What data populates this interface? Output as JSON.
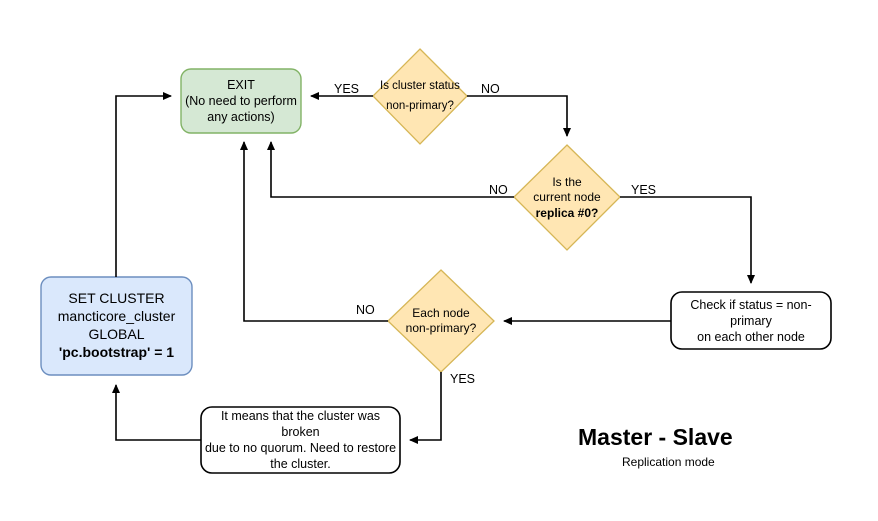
{
  "diagram": {
    "title": "Master - Slave",
    "subtitle": "Replication mode",
    "colors": {
      "decision_fill": "#ffe6b3",
      "decision_stroke": "#d6b656",
      "exit_fill": "#d5e8d4",
      "exit_stroke": "#82b366",
      "command_fill": "#dae8fc",
      "command_stroke": "#6c8ebf",
      "process_fill": "#ffffff",
      "process_stroke": "#000000",
      "edge_stroke": "#000000"
    },
    "nodes": {
      "exit": {
        "type": "terminator",
        "lines": [
          "EXIT",
          "(No need to perform",
          "any actions)"
        ]
      },
      "decision_cluster_status": {
        "type": "decision",
        "lines": [
          "Is cluster status",
          "non-primary?"
        ]
      },
      "decision_replica_zero": {
        "type": "decision",
        "lines": [
          "Is the",
          "current node",
          "replica #0?"
        ],
        "bold_line_index": 2
      },
      "decision_each_node": {
        "type": "decision",
        "lines": [
          "Each node",
          "non-primary?"
        ]
      },
      "check_status_other_nodes": {
        "type": "process",
        "lines": [
          "Check if status = non-primary",
          "on each other node"
        ]
      },
      "cluster_broken_note": {
        "type": "process",
        "lines": [
          "It means that the cluster was broken",
          "due to no quorum. Need to restore",
          "the cluster."
        ]
      },
      "set_cluster_command": {
        "type": "command",
        "lines": [
          "SET CLUSTER",
          "mancticore_cluster",
          "GLOBAL",
          "'pc.bootstrap' = 1"
        ],
        "bold_line_index": 3
      }
    },
    "edge_labels": {
      "cluster_status_yes": "YES",
      "cluster_status_no": "NO",
      "replica_zero_no": "NO",
      "replica_zero_yes": "YES",
      "each_node_no": "NO",
      "each_node_yes": "YES"
    }
  }
}
